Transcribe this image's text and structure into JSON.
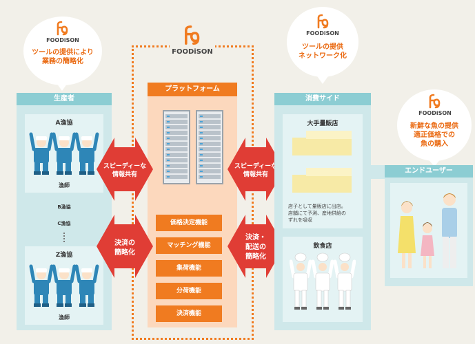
{
  "brand": {
    "logo_text": "FOODiSON"
  },
  "colors": {
    "teal_panel": "#cfe8ea",
    "teal_head": "#8ccdd3",
    "orange": "#f07b20",
    "red": "#e03d35",
    "background": "#f2f0e9"
  },
  "bubbles": {
    "producer_note": [
      "ツールの提供により",
      "業務の簡略化"
    ],
    "consumer_note": [
      "ツールの提供",
      "ネットワーク化"
    ],
    "enduser_note": [
      "新鮮な魚の提供",
      "適正価格での",
      "魚の購入"
    ]
  },
  "producers": {
    "header": "生産者",
    "group_a": "A漁協",
    "group_b": "B漁協",
    "group_c": "C漁協",
    "group_z": "Z漁協",
    "fisher_label": "漁師"
  },
  "platform": {
    "header": "プラットフォーム",
    "functions": [
      "価格決定機能",
      "マッチング機能",
      "集荷機能",
      "分荷機能",
      "決済機能"
    ]
  },
  "arrows": {
    "left_top": [
      "スピーディーな",
      "情報共有"
    ],
    "left_bottom": [
      "決済の",
      "簡略化"
    ],
    "right_top": [
      "スピーディーな",
      "情報共有"
    ],
    "right_bottom": [
      "決済・",
      "配送の",
      "簡略化"
    ]
  },
  "consumers": {
    "header": "消費サイド",
    "mass_retailer": "大手量販店",
    "retailer_note": [
      "店子として量販店に出店。",
      "店舗にて予測、産地供給の",
      "ずれを吸収"
    ],
    "restaurant": "飲食店"
  },
  "end_user": {
    "header": "エンドユーザー"
  }
}
